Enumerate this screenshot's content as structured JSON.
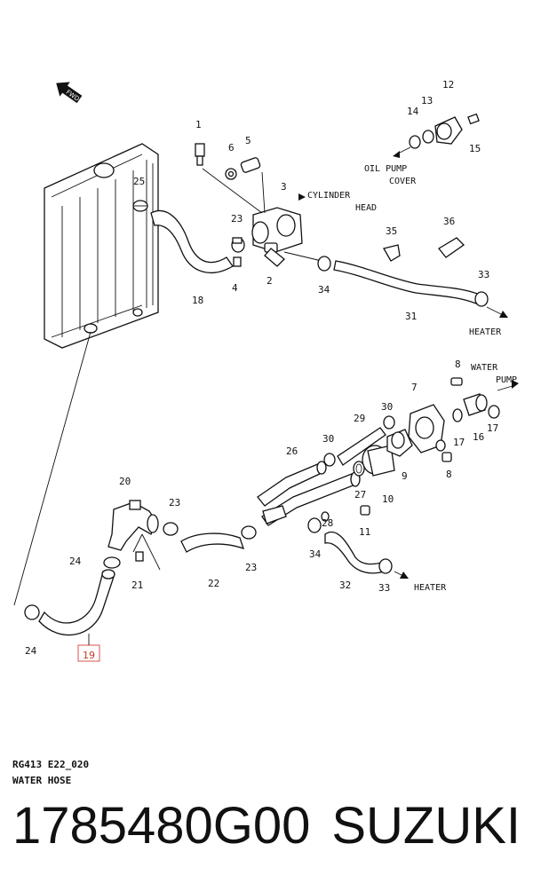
{
  "diagram": {
    "callouts": [
      {
        "id": "c1",
        "text": "1"
      },
      {
        "id": "c2",
        "text": "2"
      },
      {
        "id": "c3",
        "text": "3"
      },
      {
        "id": "c4",
        "text": "4"
      },
      {
        "id": "c5",
        "text": "5"
      },
      {
        "id": "c6",
        "text": "6"
      },
      {
        "id": "c7",
        "text": "7"
      },
      {
        "id": "c8a",
        "text": "8"
      },
      {
        "id": "c8b",
        "text": "8"
      },
      {
        "id": "c9",
        "text": "9"
      },
      {
        "id": "c10",
        "text": "10"
      },
      {
        "id": "c11",
        "text": "11"
      },
      {
        "id": "c12",
        "text": "12"
      },
      {
        "id": "c13",
        "text": "13"
      },
      {
        "id": "c14",
        "text": "14"
      },
      {
        "id": "c15",
        "text": "15"
      },
      {
        "id": "c16",
        "text": "16"
      },
      {
        "id": "c17a",
        "text": "17"
      },
      {
        "id": "c17b",
        "text": "17"
      },
      {
        "id": "c18",
        "text": "18"
      },
      {
        "id": "c19",
        "text": "19"
      },
      {
        "id": "c20",
        "text": "20"
      },
      {
        "id": "c21",
        "text": "21"
      },
      {
        "id": "c22",
        "text": "22"
      },
      {
        "id": "c23a",
        "text": "23"
      },
      {
        "id": "c23b",
        "text": "23"
      },
      {
        "id": "c23c",
        "text": "23"
      },
      {
        "id": "c24a",
        "text": "24"
      },
      {
        "id": "c24b",
        "text": "24"
      },
      {
        "id": "c25",
        "text": "25"
      },
      {
        "id": "c26",
        "text": "26"
      },
      {
        "id": "c27",
        "text": "27"
      },
      {
        "id": "c28",
        "text": "28"
      },
      {
        "id": "c29",
        "text": "29"
      },
      {
        "id": "c30a",
        "text": "30"
      },
      {
        "id": "c30b",
        "text": "30"
      },
      {
        "id": "c31",
        "text": "31"
      },
      {
        "id": "c32",
        "text": "32"
      },
      {
        "id": "c33a",
        "text": "33"
      },
      {
        "id": "c33b",
        "text": "33"
      },
      {
        "id": "c34a",
        "text": "34"
      },
      {
        "id": "c34b",
        "text": "34"
      },
      {
        "id": "c35",
        "text": "35"
      },
      {
        "id": "c36",
        "text": "36"
      }
    ],
    "labels": {
      "fwd": "FWD",
      "oil_pump_1": "OIL PUMP",
      "oil_pump_2": "COVER",
      "cyl_1": "CYLINDER",
      "cyl_2": "HEAD",
      "heater_top": "HEATER",
      "water_pump_1": "WATER",
      "water_pump_2": "PUMP",
      "heater_bottom": "HEATER"
    },
    "caption": {
      "code": "RG413  E22_020",
      "title": "WATER HOSE"
    },
    "highlight_callout": "19"
  },
  "footer": {
    "part_number": "1785480G00",
    "brand": "SUZUKI"
  },
  "colors": {
    "highlight": "#d9534f",
    "ink": "#111111"
  }
}
